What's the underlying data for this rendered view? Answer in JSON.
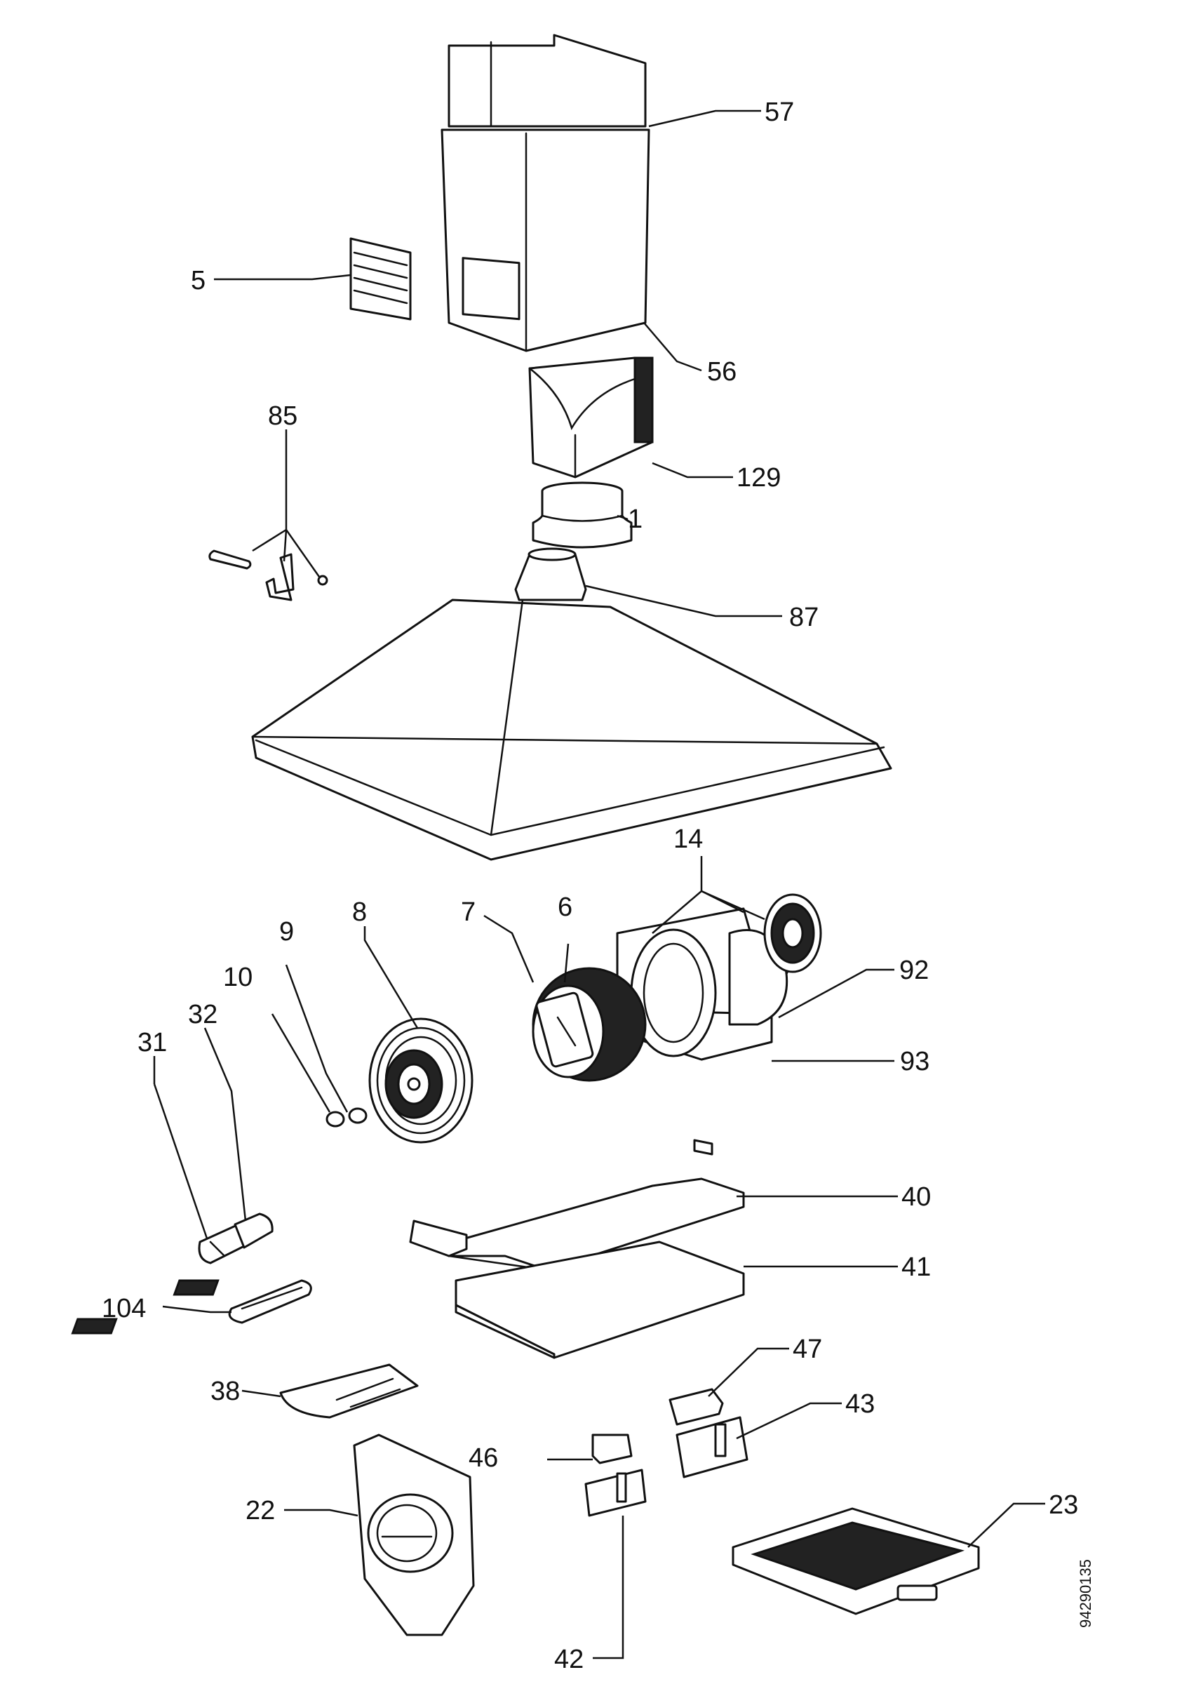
{
  "document_number": "94290135",
  "labels": {
    "p57": "57",
    "p5": "5",
    "p56": "56",
    "p85": "85",
    "p129": "129",
    "p1": "1",
    "p87": "87",
    "p14": "14",
    "p9": "9",
    "p8": "8",
    "p7": "7",
    "p6": "6",
    "p10": "10",
    "p32": "32",
    "p31": "31",
    "p92": "92",
    "p93": "93",
    "p40": "40",
    "p41": "41",
    "p104": "104",
    "p47": "47",
    "p38": "38",
    "p43": "43",
    "p46": "46",
    "p22": "22",
    "p23": "23",
    "p42": "42"
  }
}
